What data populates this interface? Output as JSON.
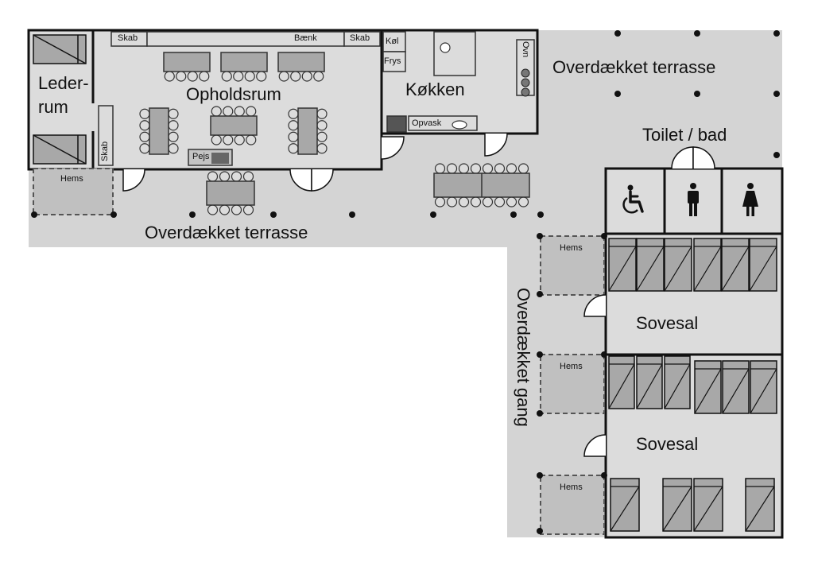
{
  "labels": {
    "lederrum_line1": "Leder-",
    "lederrum_line2": "rum",
    "opholdsrum": "Opholdsrum",
    "kokken": "Køkken",
    "terrasse_top": "Overdækket terrasse",
    "terrasse_bottom": "Overdækket terrasse",
    "toilet": "Toilet / bad",
    "sovesal_1": "Sovesal",
    "sovesal_2": "Sovesal",
    "gang": "Overdækket gang",
    "skab_1": "Skab",
    "skab_2": "Skab",
    "skab_side": "Skab",
    "baenk": "Bænk",
    "kol": "Køl",
    "frys": "Frys",
    "ovn": "Ovn",
    "opvask": "Opvask",
    "pejs": "Pejs",
    "hems_1": "Hems",
    "hems_2": "Hems",
    "hems_3": "Hems",
    "hems_4": "Hems"
  },
  "icons": [
    "wheelchair-icon",
    "male-toilet-icon",
    "female-toilet-icon"
  ],
  "colors": {
    "terrace": "#d3d3d3",
    "room": "#dcdcdc",
    "furniture": "#a8a8a8",
    "wall": "#111111"
  }
}
